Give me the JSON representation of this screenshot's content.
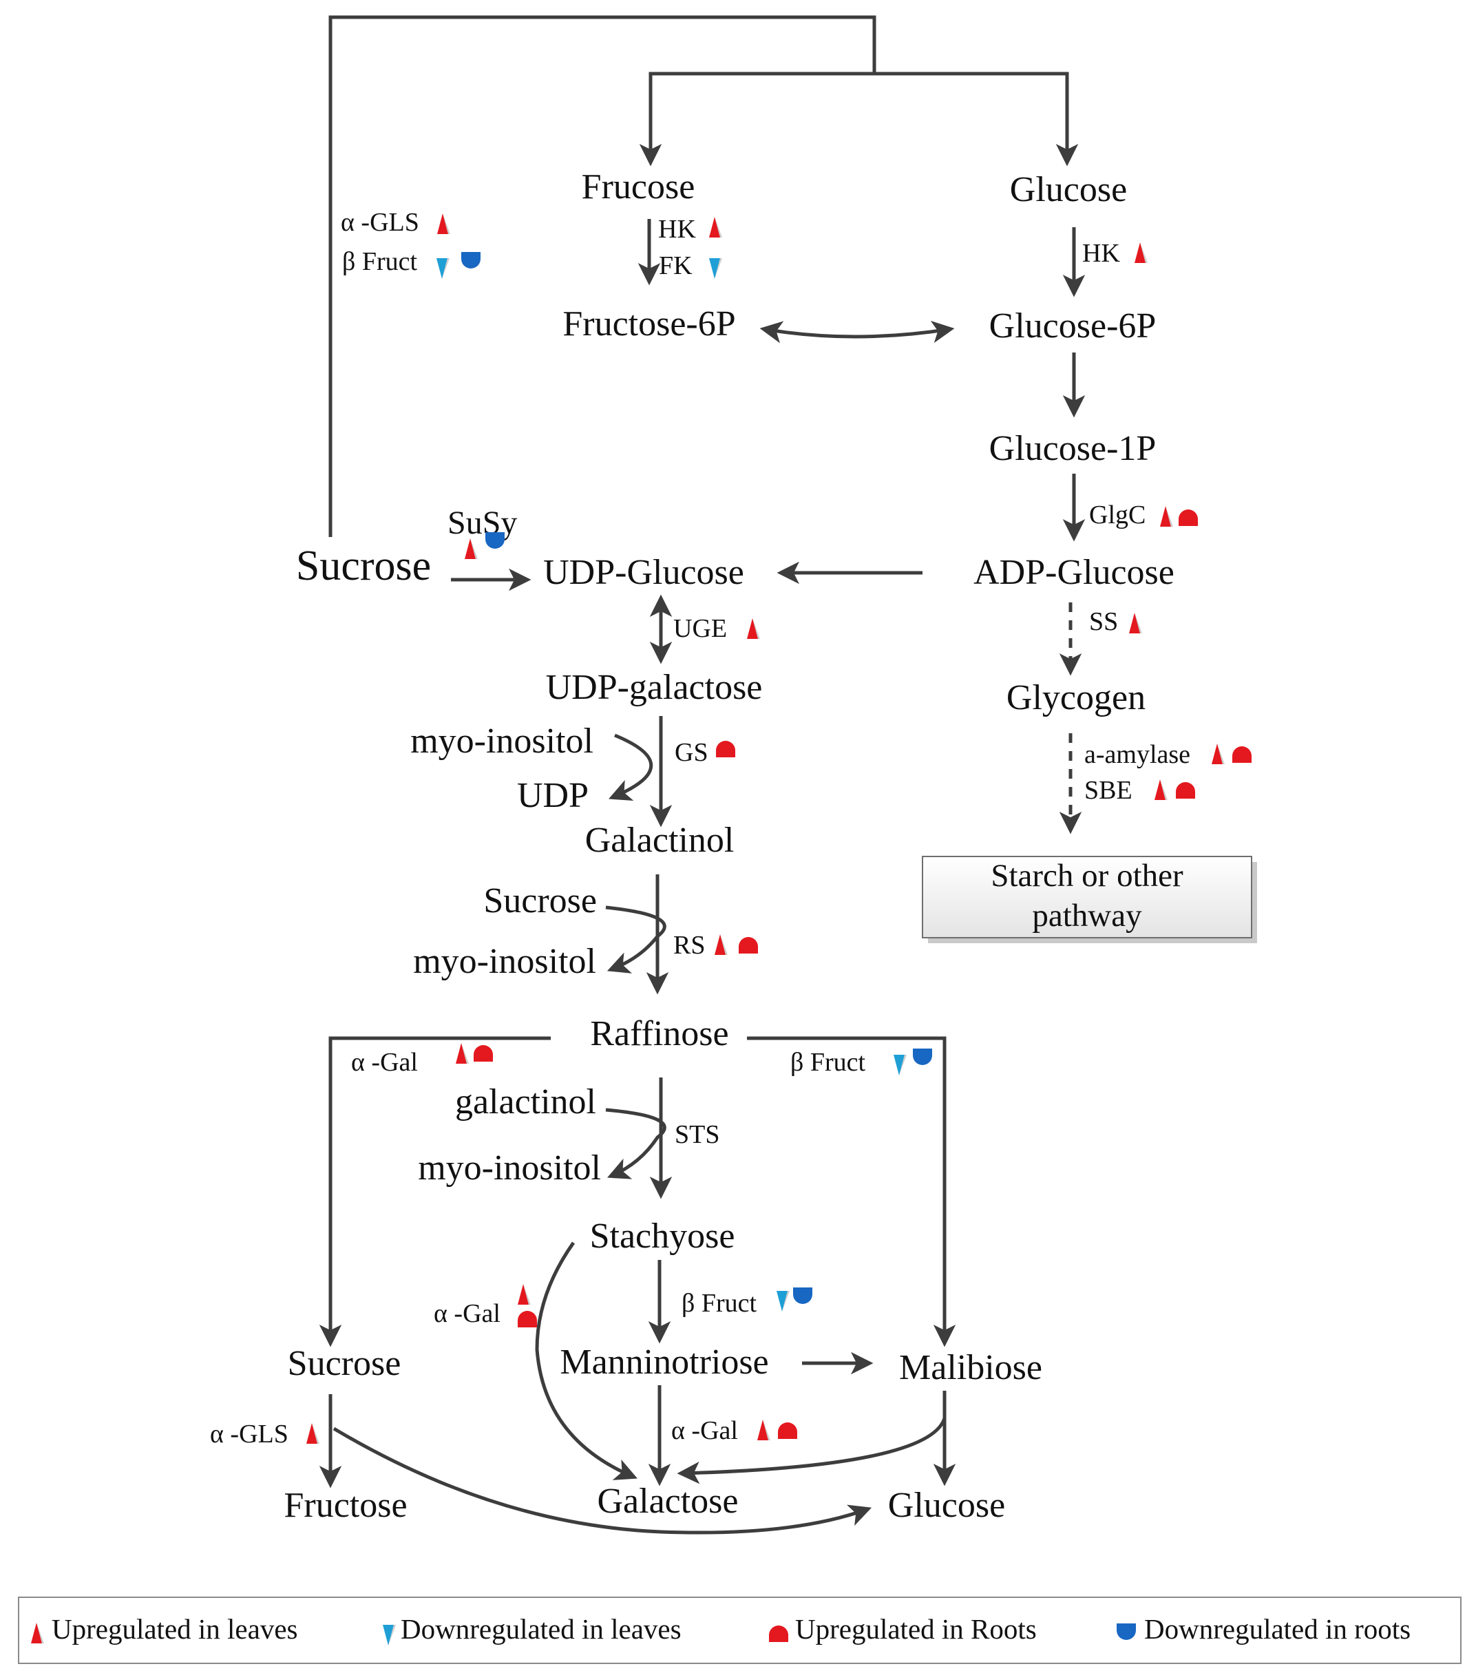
{
  "nodes": {
    "frucose": "Frucose",
    "glucose_top": "Glucose",
    "fructose_6p": "Fructose-6P",
    "glucose_6p": "Glucose-6P",
    "glucose_1p": "Glucose-1P",
    "sucrose_main": "Sucrose",
    "udp_glucose": "UDP-Glucose",
    "adp_glucose": "ADP-Glucose",
    "udp_galactose": "UDP-galactose",
    "glycogen": "Glycogen",
    "myo_inositol_1": "myo-inositol",
    "udp": "UDP",
    "galactinol": "Galactinol",
    "sucrose_mid": "Sucrose",
    "myo_inositol_2": "myo-inositol",
    "raffinose": "Raffinose",
    "galactinol_lower": "galactinol",
    "myo_inositol_3": "myo-inositol",
    "stachyose": "Stachyose",
    "sucrose_low": "Sucrose",
    "manninotriose": "Manninotriose",
    "malibiose": "Malibiose",
    "fructose_bottom": "Fructose",
    "galactose": "Galactose",
    "glucose_bottom": "Glucose",
    "starch_box_line1": "Starch or other",
    "starch_box_line2": "pathway"
  },
  "enzymes": {
    "a_gls_top": "α -GLS",
    "b_fruct_top": "β Fruct",
    "hk_fruc": "HK",
    "fk": "FK",
    "hk_gluc": "HK",
    "susy": "SuSy",
    "glgc": "GlgC",
    "uge": "UGE",
    "ss": "SS",
    "gs": "GS",
    "a_amylase": "a-amylase",
    "sbe": "SBE",
    "rs": "RS",
    "a_gal_raff": "α -Gal",
    "b_fruct_raff": "β Fruct",
    "sts": "STS",
    "a_gal_stach": "α -Gal",
    "b_fruct_stach": "β Fruct",
    "a_gls_low": "α -GLS",
    "a_gal_mann": "α -Gal"
  },
  "legend": {
    "up_leaves": "Upregulated in leaves",
    "down_leaves": "Downregulated in leaves",
    "up_roots": "Upregulated in Roots",
    "down_roots": "Downregulated in roots"
  },
  "colors": {
    "up_leaves": "#e3191f",
    "down_leaves": "#1f9fd6",
    "up_roots": "#e3191f",
    "down_roots": "#1867c2",
    "line": "#3d3d3d"
  },
  "marker_icons": {
    "up_leaves": "red-up-triangle",
    "down_leaves": "blue-down-triangle",
    "up_roots": "red-dome",
    "down_roots": "blue-bowl"
  }
}
